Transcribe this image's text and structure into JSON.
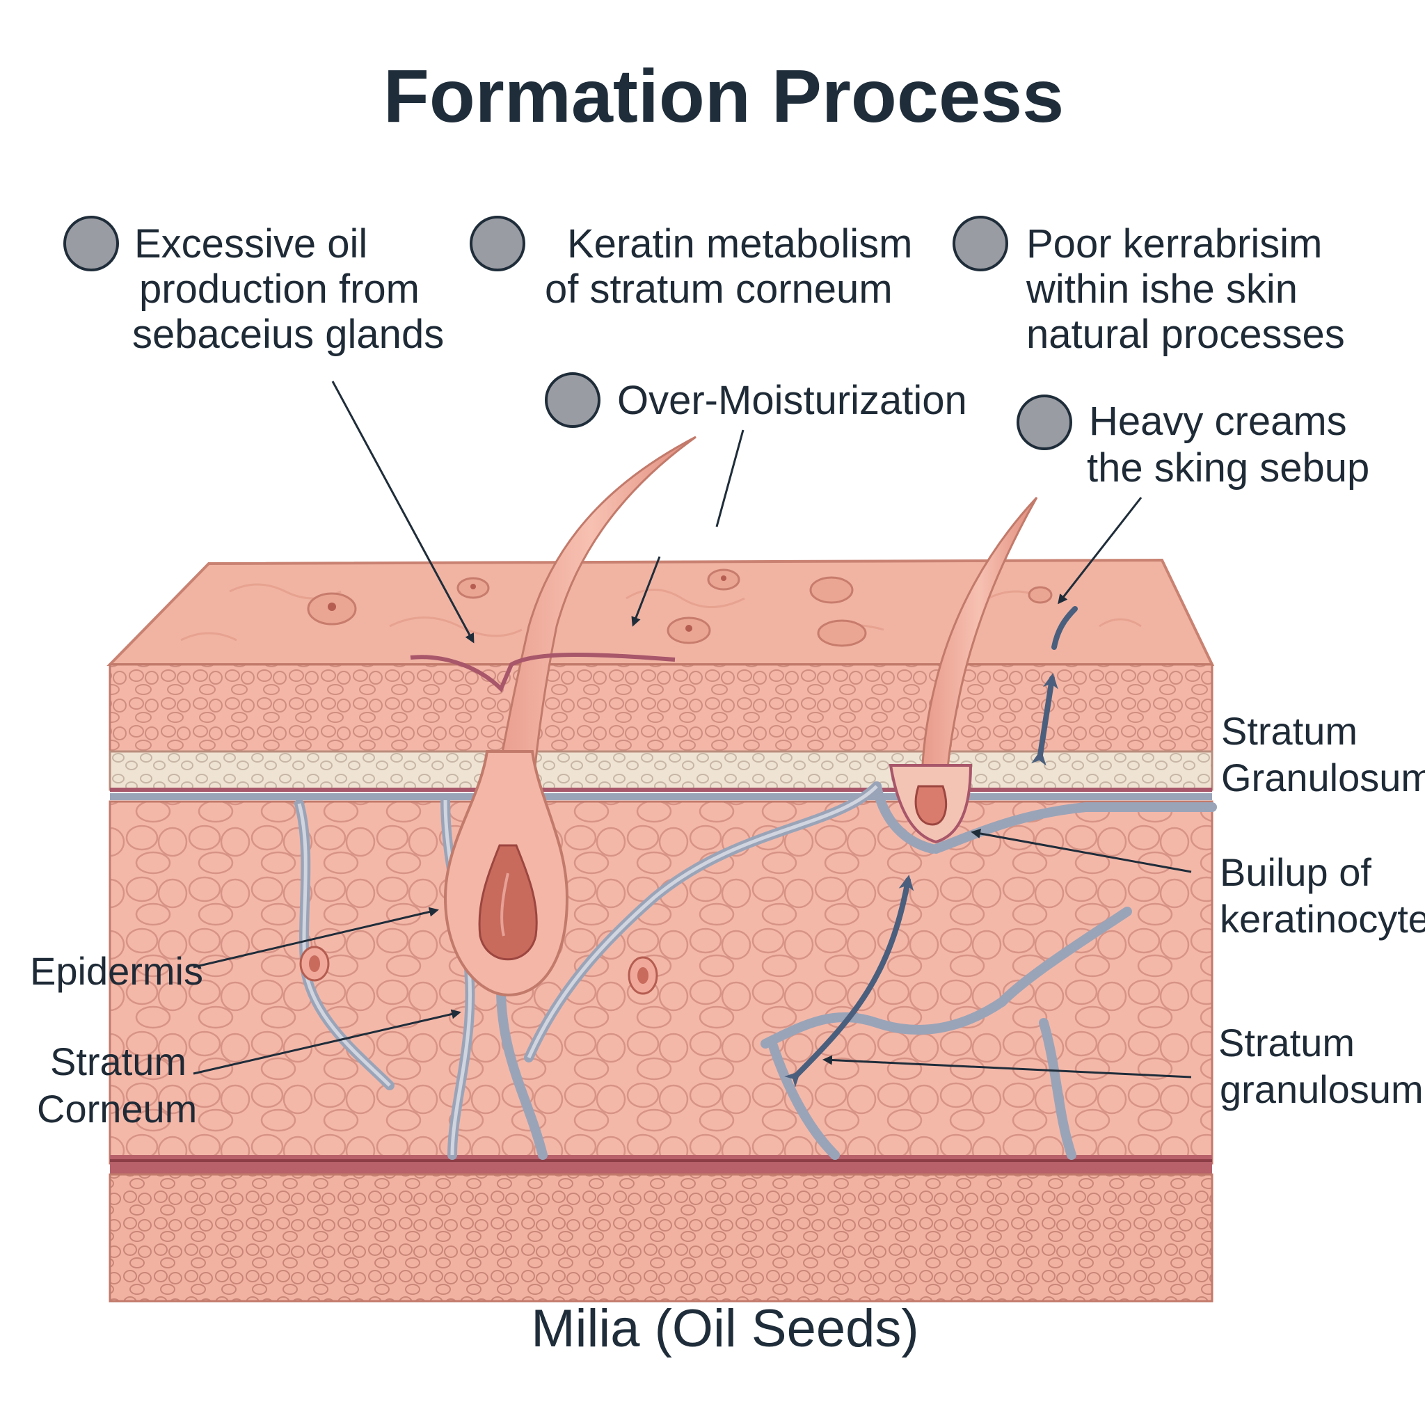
{
  "title": "Formation Process",
  "caption": "Milia (Oil Seeds)",
  "colors": {
    "text": "#1f2d3a",
    "skin_surface": "#f1b6a4",
    "skin_front": "#f3b3a4",
    "cell_outline": "#c98a7c",
    "granular_band": "#efe3d3",
    "duct": "#9aa4b8",
    "blue_arrow": "#4a5f7d",
    "bullet": "#9a9ca3"
  },
  "callouts": [
    {
      "lines": [
        "Excessive oil",
        "production from",
        "sebaceius glands"
      ]
    },
    {
      "lines": [
        "Keratin metabolism",
        "of stratum corneum"
      ]
    },
    {
      "lines": [
        "Poor kerrabrisim",
        "within ishe skin",
        "natural processes"
      ]
    },
    {
      "lines": [
        "Over-Moisturization"
      ]
    },
    {
      "lines": [
        "Heavy creams",
        "the sking sebup"
      ]
    }
  ],
  "side_labels": {
    "epidermis": [
      "Epidermis"
    ],
    "stratum_corneum": [
      "Stratum",
      "Corneum"
    ],
    "stratum_granulosum_top": [
      "Stratum",
      "Granulosum"
    ],
    "buildup": [
      "Builup of",
      "keratinocytes"
    ],
    "stratum_granulosum_bottom": [
      "Stratum",
      "granulosum"
    ]
  }
}
